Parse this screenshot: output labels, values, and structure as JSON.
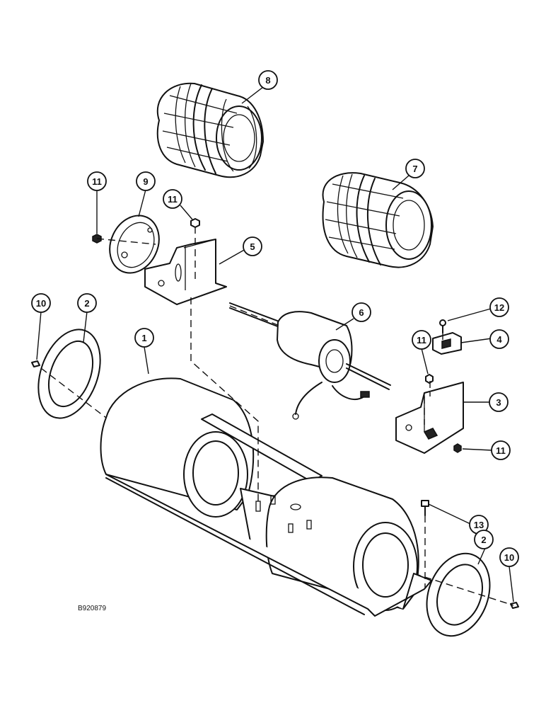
{
  "drawing_number": "B920879",
  "callouts": [
    {
      "id": "c8",
      "label": "8"
    },
    {
      "id": "c7",
      "label": "7"
    },
    {
      "id": "c11a",
      "label": "11"
    },
    {
      "id": "c9",
      "label": "9"
    },
    {
      "id": "c11b",
      "label": "11"
    },
    {
      "id": "c5",
      "label": "5"
    },
    {
      "id": "c6",
      "label": "6"
    },
    {
      "id": "c12",
      "label": "12"
    },
    {
      "id": "c4",
      "label": "4"
    },
    {
      "id": "c11c",
      "label": "11"
    },
    {
      "id": "c3",
      "label": "3"
    },
    {
      "id": "c11d",
      "label": "11"
    },
    {
      "id": "c10a",
      "label": "10"
    },
    {
      "id": "c2a",
      "label": "2"
    },
    {
      "id": "c1",
      "label": "1"
    },
    {
      "id": "c13",
      "label": "13"
    },
    {
      "id": "c2b",
      "label": "2"
    },
    {
      "id": "c10b",
      "label": "10"
    }
  ]
}
